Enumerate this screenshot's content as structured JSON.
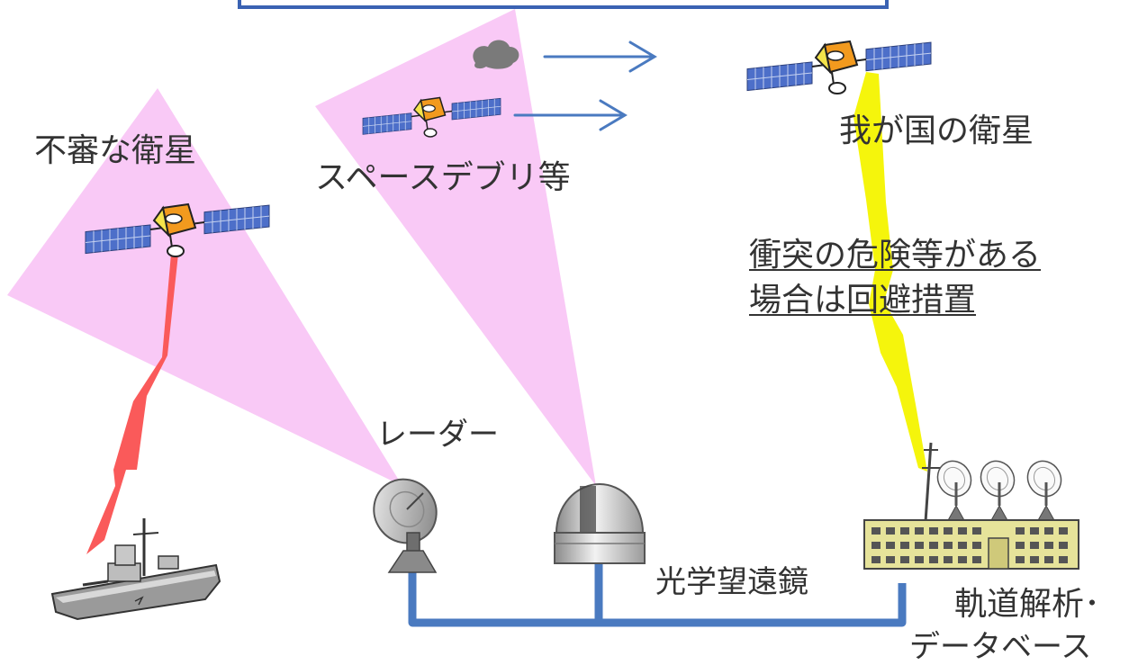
{
  "labels": {
    "suspicious_satellite": "不審な衛星",
    "space_debris": "スペースデブリ等",
    "our_satellite": "我が国の衛星",
    "avoidance_line1": "衝突の危険等がある",
    "avoidance_line2": "場合は回避措置",
    "radar": "レーダー",
    "optical_telescope": "光学望遠鏡",
    "orbit_analysis_line1": "軌道解析･",
    "orbit_analysis_line2": "データベース"
  },
  "colors": {
    "surveillance_beam": "#f9c9f6",
    "hostile_link": "#fa5a5a",
    "friendly_link": "#f5f50c",
    "network_line": "#4a7ac0",
    "motion_arrow": "#4a7ac0",
    "top_bar_border": "#3a62b3",
    "solar_panel": "#4d6fc9",
    "satellite_body": "#f29a1e",
    "cloud": "#7a7a7a"
  },
  "icons": [
    "satellite-icon",
    "space-debris-cloud-icon",
    "warship-icon",
    "radar-dish-icon",
    "telescope-dome-icon",
    "ground-station-icon",
    "arrow-right-icon"
  ]
}
